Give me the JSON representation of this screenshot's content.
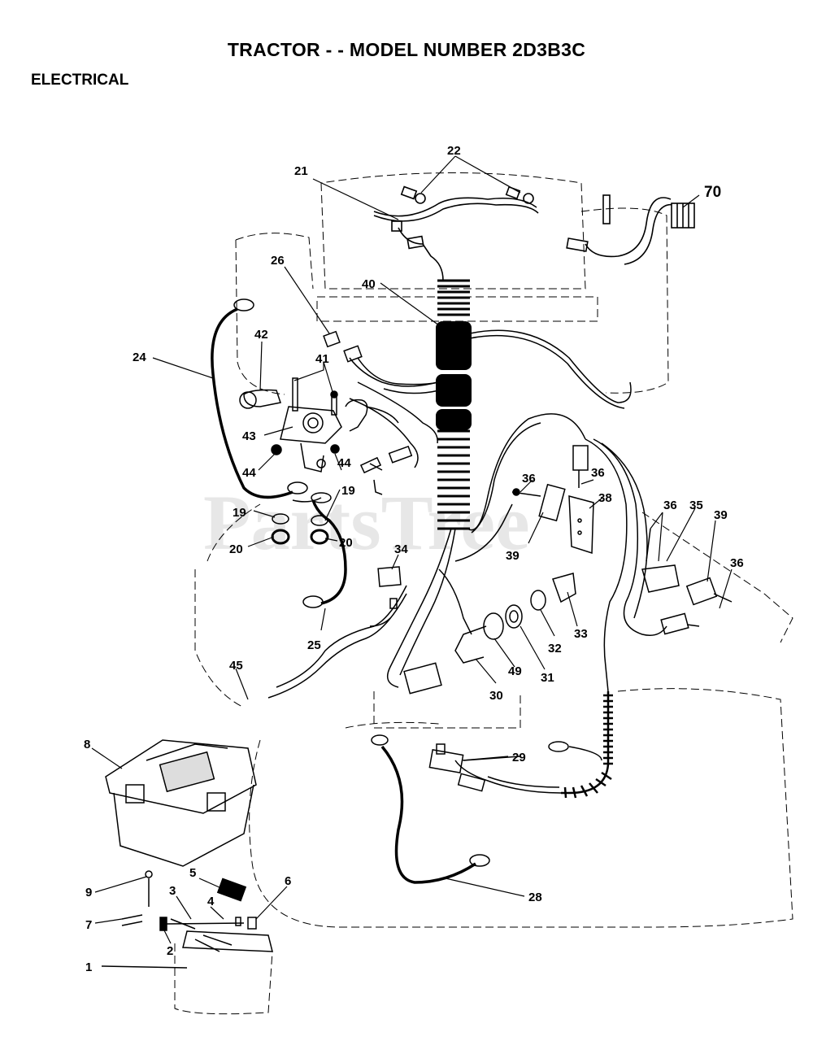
{
  "title": "TRACTOR - - MODEL NUMBER 2D3B3C",
  "section": "ELECTRICAL",
  "watermark": "PartsTree",
  "callouts": {
    "c1": "1",
    "c2": "2",
    "c3": "3",
    "c4": "4",
    "c5": "5",
    "c6": "6",
    "c7": "7",
    "c8": "8",
    "c9": "9",
    "c19a": "19",
    "c19b": "19",
    "c20a": "20",
    "c20b": "20",
    "c21": "21",
    "c22": "22",
    "c24": "24",
    "c25": "25",
    "c26": "26",
    "c28": "28",
    "c29": "29",
    "c30": "30",
    "c31": "31",
    "c32": "32",
    "c33": "33",
    "c34": "34",
    "c35": "35",
    "c36a": "36",
    "c36b": "36",
    "c36c": "36",
    "c36d": "36",
    "c38": "38",
    "c39a": "39",
    "c39b": "39",
    "c40": "40",
    "c41": "41",
    "c42": "42",
    "c43": "43",
    "c44a": "44",
    "c44b": "44",
    "c45": "45",
    "c49": "49",
    "c70": "70"
  }
}
